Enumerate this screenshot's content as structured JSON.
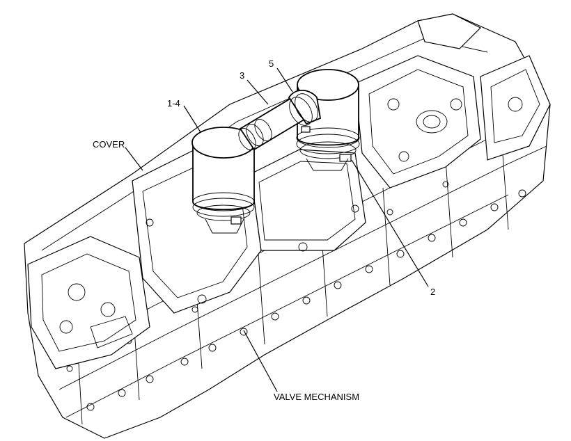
{
  "figure": {
    "callouts": {
      "cover": "COVER",
      "c14": "1-4",
      "c3": "3",
      "c5": "5",
      "c2": "2",
      "valve": "VALVE MECHANISM"
    }
  }
}
